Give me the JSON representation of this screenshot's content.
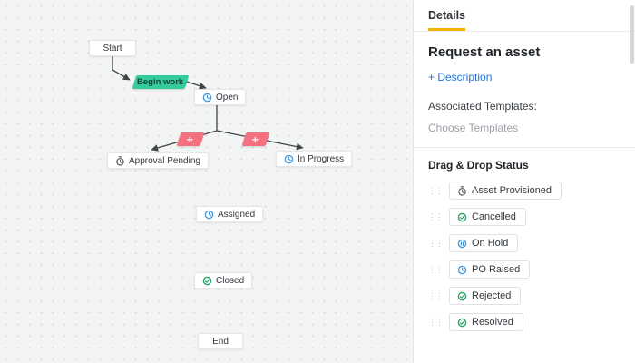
{
  "canvas": {
    "nodes": {
      "start": {
        "label": "Start"
      },
      "begin_work": {
        "label": "Begin work"
      },
      "open": {
        "label": "Open",
        "icon": "clock-icon"
      },
      "approval_pending": {
        "label": "Approval Pending",
        "icon": "stopwatch-icon"
      },
      "in_progress": {
        "label": "In Progress",
        "icon": "clock-icon"
      },
      "assigned": {
        "label": "Assigned",
        "icon": "clock-icon"
      },
      "closed": {
        "label": "Closed",
        "icon": "check-icon"
      },
      "end": {
        "label": "End"
      },
      "add_left": {
        "label": "+"
      },
      "add_right": {
        "label": "+"
      }
    }
  },
  "panel": {
    "tab": "Details",
    "title": "Request an asset",
    "description_link": "+ Description",
    "associated_templates_label": "Associated Templates:",
    "choose_templates_placeholder": "Choose Templates",
    "drag_drop_heading": "Drag & Drop Status",
    "drag_handle_glyph": "⋮⋮",
    "statuses": [
      {
        "label": "Asset Provisioned",
        "icon": "stopwatch-icon"
      },
      {
        "label": "Cancelled",
        "icon": "check-icon"
      },
      {
        "label": "On Hold",
        "icon": "pause-icon"
      },
      {
        "label": "PO Raised",
        "icon": "clock-icon"
      },
      {
        "label": "Rejected",
        "icon": "check-icon"
      },
      {
        "label": "Resolved",
        "icon": "check-icon"
      }
    ]
  },
  "colors": {
    "accent_yellow": "#f2b200",
    "transition_green": "#35cb9d",
    "add_pink": "#f4717f",
    "clock_blue": "#4a9bd8",
    "check_green": "#27a567",
    "link_blue": "#2073d8"
  }
}
